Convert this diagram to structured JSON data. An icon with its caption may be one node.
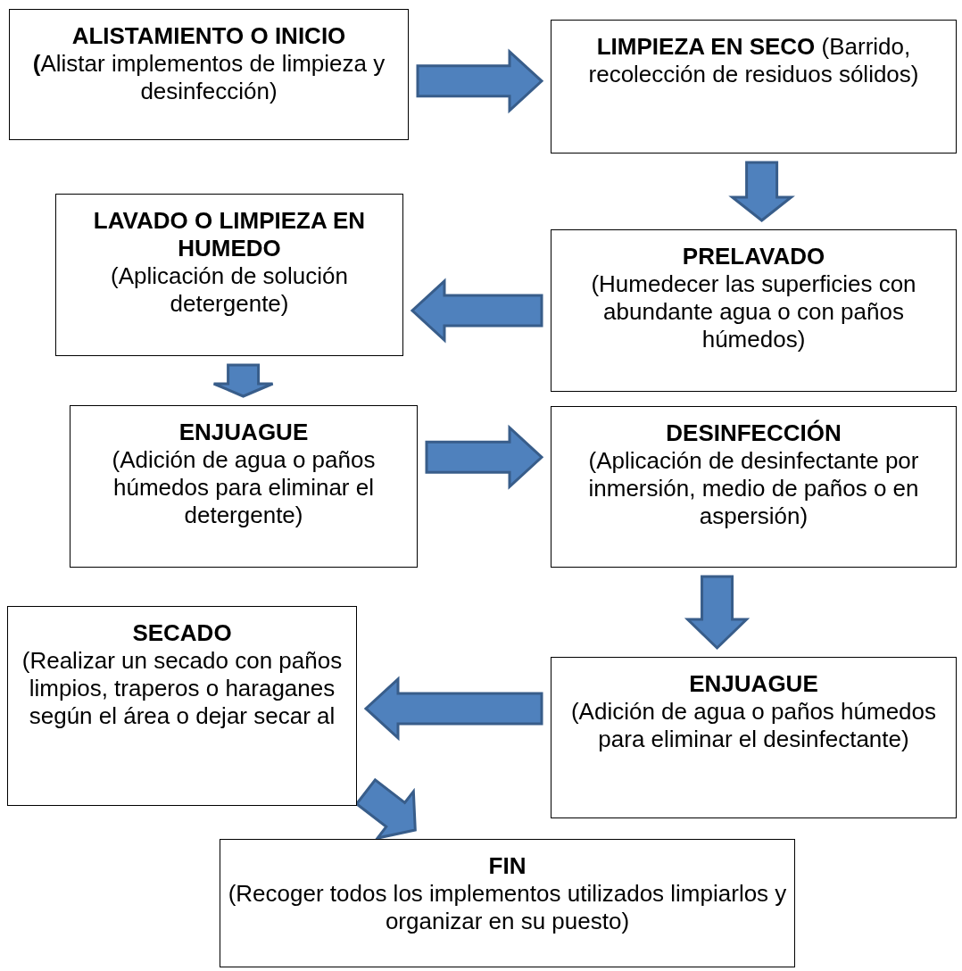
{
  "diagram": {
    "nodes": [
      {
        "text": [
          "ALISTAMIENTO O INICIO",
          "**(**Alistar implementos de limpieza y desinfección)"
        ]
      },
      {
        "text": [
          "**LIMPIEZA EN SECO** (Barrido, recolección de residuos sólidos)"
        ]
      },
      {
        "text": [
          "LAVADO O LIMPIEZA EN HUMEDO",
          "(Aplicación de solución detergente)"
        ]
      },
      {
        "text": [
          "PRELAVADO",
          "(Humedecer las superficies con abundante agua o con paños húmedos)"
        ]
      },
      {
        "text": [
          "ENJUAGUE",
          "(Adición de agua o paños húmedos para eliminar el detergente)"
        ]
      },
      {
        "text": [
          "DESINFECCIÓN",
          "(Aplicación de desinfectante por inmersión, medio de paños o en aspersión)"
        ]
      },
      {
        "text": [
          "SECADO",
          "(Realizar un secado con paños limpios, traperos o haraganes según el área o dejar secar al"
        ]
      },
      {
        "text": [
          "ENJUAGUE",
          "(Adición de agua o paños húmedos para eliminar el desinfectante)"
        ]
      },
      {
        "text": [
          "FIN",
          "(Recoger todos los implementos utilizados limpiarlos y organizar en su puesto)"
        ]
      }
    ],
    "edges": [
      {
        "from": 0,
        "to": 1,
        "arrow": "to"
      },
      {
        "from": 1,
        "to": 3,
        "arrow": "to"
      },
      {
        "from": 3,
        "to": 2,
        "arrow": "to"
      },
      {
        "from": 2,
        "to": 4,
        "arrow": "to"
      },
      {
        "from": 4,
        "to": 5,
        "arrow": "to"
      },
      {
        "from": 5,
        "to": 7,
        "arrow": "to"
      },
      {
        "from": 7,
        "to": 6,
        "arrow": "to"
      },
      {
        "from": 6,
        "to": 8,
        "arrow": "to"
      }
    ]
  }
}
